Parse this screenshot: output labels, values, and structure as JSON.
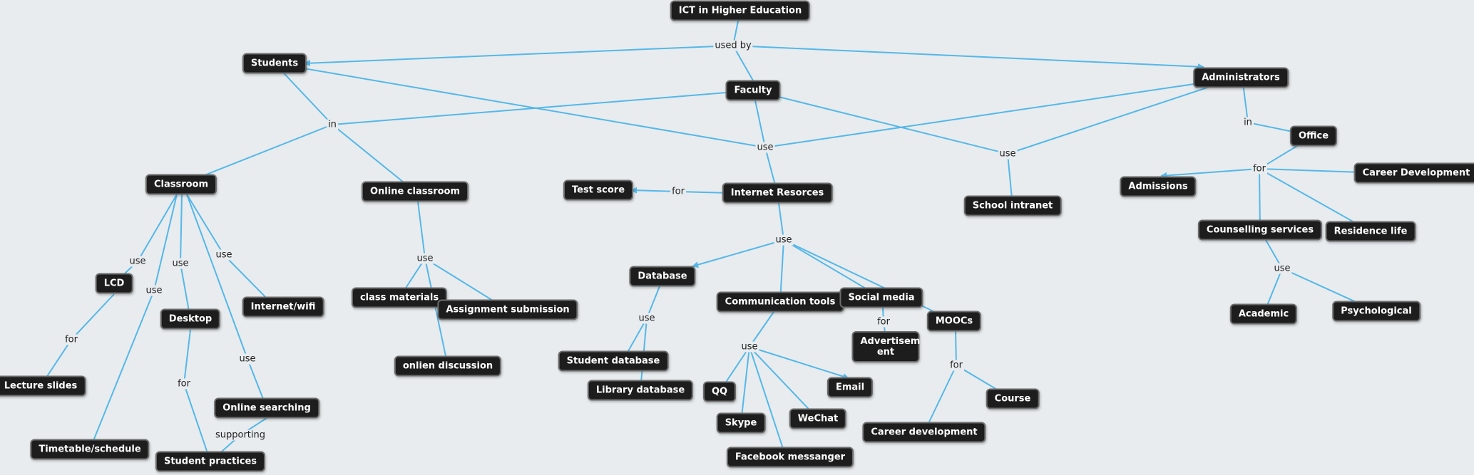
{
  "colors": {
    "background": "#e8ecee",
    "node_fill": "#1d1d1d",
    "node_text": "#ffffff",
    "edge": "#55b7e8"
  },
  "nodes": {
    "ict": "ICT in Higher Education",
    "students": "Students",
    "faculty": "Faculty",
    "administrators": "Administrators",
    "classroom": "Classroom",
    "online_classroom": "Online classroom",
    "internet_resources": "Internet Resorces",
    "test_score": "Test score",
    "school_intranet": "School intranet",
    "office": "Office",
    "admissions": "Admissions",
    "career_development_top": "Career Development",
    "counselling": "Counselling services",
    "residence": "Residence life",
    "academic": "Academic",
    "psychological": "Psychological",
    "lcd": "LCD",
    "lecture_slides": "Lecture slides",
    "desktop": "Desktop",
    "internet_wifi": "Internet/wifi",
    "online_searching": "Online searching",
    "student_practices": "Student practices",
    "timetable": "Timetable/schedule",
    "class_materials": "class materials",
    "assignment": "Assignment submission",
    "onlien_discussion": "onlien discussion",
    "database": "Database",
    "student_database": "Student database",
    "library_database": "Library database",
    "comm_tools": "Communication tools",
    "social_media": "Social media",
    "advertisement": "Advertisem ent",
    "moocs": "MOOCs",
    "qq": "QQ",
    "skype": "Skype",
    "facebook": "Facebook messanger",
    "wechat": "WeChat",
    "email": "Email",
    "career_development_bottom": "Career development",
    "course": "Course"
  },
  "labels": {
    "used_by": "used by",
    "in_students": "in",
    "use_faculty": "use",
    "use_admin": "use",
    "in_admin": "in",
    "for_office": "for",
    "use_counselling": "use",
    "for_test": "for",
    "use_internet": "use",
    "use_online": "use",
    "use_lcd": "use",
    "use_timetable": "use",
    "use_desktop": "use",
    "use_wifi": "use",
    "use_searching": "use",
    "for_lcd": "for",
    "for_desktop": "for",
    "supporting": "supporting",
    "use_database": "use",
    "use_comm": "use",
    "for_social": "for",
    "for_moocs": "for"
  }
}
